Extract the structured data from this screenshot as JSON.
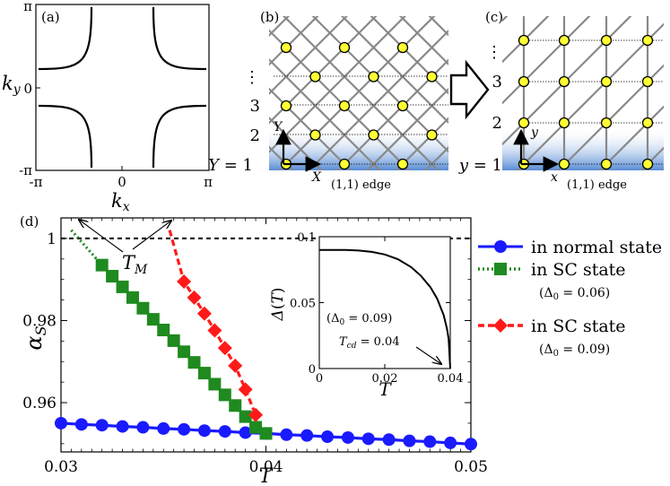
{
  "panel_a": {
    "tag": "(a)",
    "xlabel_main": "k",
    "xlabel_sub": "x",
    "ylabel_main": "k",
    "ylabel_sub": "y",
    "xticks": [
      "-π",
      "0",
      "π"
    ],
    "yticks": [
      "π",
      "0",
      "-π"
    ]
  },
  "panel_b": {
    "tag": "(b)",
    "row_labels": [
      "1",
      "2",
      "3",
      "⋮"
    ],
    "row_var": "Y",
    "axis_x_label": "X",
    "axis_y_label": "Y",
    "edge_label": "(1,1) edge"
  },
  "panel_c": {
    "tag": "(c)",
    "row_labels": [
      "1",
      "2",
      "3",
      "⋮"
    ],
    "row_var": "y",
    "axis_x_label": "x",
    "axis_y_label": "y",
    "edge_label": "(1,1) edge"
  },
  "panel_d": {
    "tag": "(d)",
    "annotation_tm_main": "T",
    "annotation_tm_sub": "M",
    "legend": [
      {
        "label": "in normal state",
        "sub": ""
      },
      {
        "label": "in SC state",
        "sub": "(Δ0 = 0.06)"
      },
      {
        "label": "in SC state",
        "sub": "(Δ0 = 0.09)"
      }
    ]
  },
  "colors": {
    "normal": "#1a1aff",
    "sc006": "#1f8a1f",
    "sc009": "#ff1a1a",
    "node_fill": "#ffff33",
    "edge_blue": "#5b8fd6"
  },
  "chart_data": [
    {
      "type": "line",
      "title": "",
      "xlabel": "T",
      "ylabel": "αS",
      "xlim": [
        0.03,
        0.05
      ],
      "ylim": [
        0.948,
        1.005
      ],
      "xticks": [
        "0.03",
        "0.04",
        "0.05"
      ],
      "yticks": [
        "0.96",
        "0.98",
        "1"
      ],
      "reference_line_y": 1.0,
      "series": [
        {
          "name": "in normal state",
          "style": "solid-circle",
          "x": [
            0.03,
            0.031,
            0.032,
            0.033,
            0.034,
            0.035,
            0.036,
            0.037,
            0.038,
            0.039,
            0.04,
            0.041,
            0.042,
            0.043,
            0.044,
            0.045,
            0.046,
            0.047,
            0.048,
            0.049,
            0.05
          ],
          "y": [
            0.955,
            0.9547,
            0.9545,
            0.9542,
            0.954,
            0.9537,
            0.9535,
            0.9532,
            0.953,
            0.9527,
            0.9525,
            0.9522,
            0.952,
            0.9517,
            0.9515,
            0.9512,
            0.951,
            0.9507,
            0.9505,
            0.9502,
            0.9499
          ]
        },
        {
          "name": "in SC state (Δ0 = 0.06)",
          "style": "dotted-square",
          "x": [
            0.0305,
            0.032,
            0.0325,
            0.033,
            0.0335,
            0.034,
            0.0345,
            0.035,
            0.0355,
            0.036,
            0.0365,
            0.037,
            0.0375,
            0.038,
            0.0385,
            0.039,
            0.0395,
            0.04
          ],
          "y": [
            1.002,
            0.9935,
            0.9908,
            0.9882,
            0.9856,
            0.983,
            0.9803,
            0.9777,
            0.9751,
            0.9724,
            0.9698,
            0.9672,
            0.9645,
            0.9619,
            0.9593,
            0.9566,
            0.954,
            0.9525
          ]
        },
        {
          "name": "in SC state (Δ0 = 0.09)",
          "style": "dashed-diamond",
          "x": [
            0.0353,
            0.036,
            0.0365,
            0.037,
            0.0375,
            0.038,
            0.0385,
            0.039,
            0.0395
          ],
          "y": [
            1.002,
            0.9895,
            0.9856,
            0.9817,
            0.9776,
            0.9733,
            0.969,
            0.9632,
            0.957
          ]
        }
      ]
    },
    {
      "type": "line",
      "title": "",
      "xlabel": "T",
      "ylabel": "Δ(T)",
      "xlim": [
        0,
        0.04
      ],
      "ylim": [
        0,
        0.1
      ],
      "xticks": [
        "0",
        "0.02",
        "0.04"
      ],
      "yticks": [
        "0",
        "0.05",
        "0.1"
      ],
      "annotations": [
        "(Δ0 = 0.09)",
        "Tcd = 0.04"
      ],
      "series": [
        {
          "x": [
            0,
            0.004,
            0.008,
            0.012,
            0.016,
            0.02,
            0.024,
            0.028,
            0.031,
            0.034,
            0.036,
            0.038,
            0.039,
            0.0395,
            0.04
          ],
          "y": [
            0.09,
            0.09,
            0.0899,
            0.0895,
            0.0885,
            0.0865,
            0.083,
            0.077,
            0.0705,
            0.0615,
            0.053,
            0.0405,
            0.03,
            0.0225,
            0.0
          ]
        }
      ]
    }
  ]
}
